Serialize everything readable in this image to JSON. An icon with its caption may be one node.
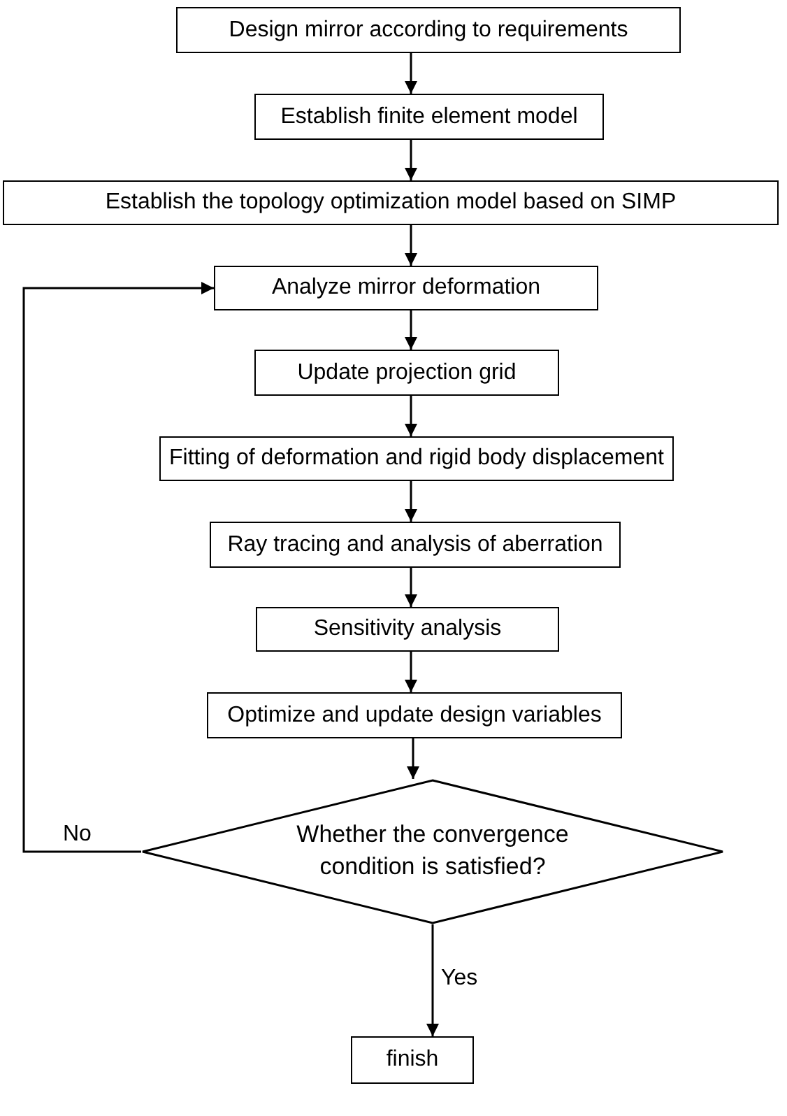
{
  "diagram": {
    "nodes": [
      {
        "text": [
          "Design mirror according to requirements"
        ]
      },
      {
        "text": [
          "Establish finite element  model"
        ]
      },
      {
        "text": [
          "Establish the topology optimization model based on SIMP"
        ]
      },
      {
        "text": [
          "Analyze mirror deformation"
        ]
      },
      {
        "text": [
          "Update projection grid"
        ]
      },
      {
        "text": [
          "Fitting of deformation and rigid body displacement"
        ]
      },
      {
        "text": [
          "Ray tracing and analysis of aberration"
        ]
      },
      {
        "text": [
          "Sensitivity analysis"
        ]
      },
      {
        "text": [
          "Optimize and update design variables"
        ]
      },
      {
        "text": [
          "Whether the convergence condition is satisfied?"
        ]
      },
      {
        "text": [
          "finish"
        ]
      }
    ],
    "edges": [
      {
        "from": 0,
        "to": 1,
        "arrow": "to"
      },
      {
        "from": 1,
        "to": 2,
        "arrow": "to"
      },
      {
        "from": 2,
        "to": 3,
        "arrow": "to"
      },
      {
        "from": 3,
        "to": 4,
        "arrow": "to"
      },
      {
        "from": 4,
        "to": 5,
        "arrow": "to"
      },
      {
        "from": 5,
        "to": 6,
        "arrow": "to"
      },
      {
        "from": 6,
        "to": 7,
        "arrow": "to"
      },
      {
        "from": 7,
        "to": 8,
        "arrow": "to"
      },
      {
        "from": 8,
        "to": 9,
        "arrow": "to"
      },
      {
        "from": 9,
        "to": 10,
        "label": "Yes",
        "arrow": "to"
      },
      {
        "from": 9,
        "to": 3,
        "label": "No",
        "arrow": "to"
      }
    ]
  }
}
